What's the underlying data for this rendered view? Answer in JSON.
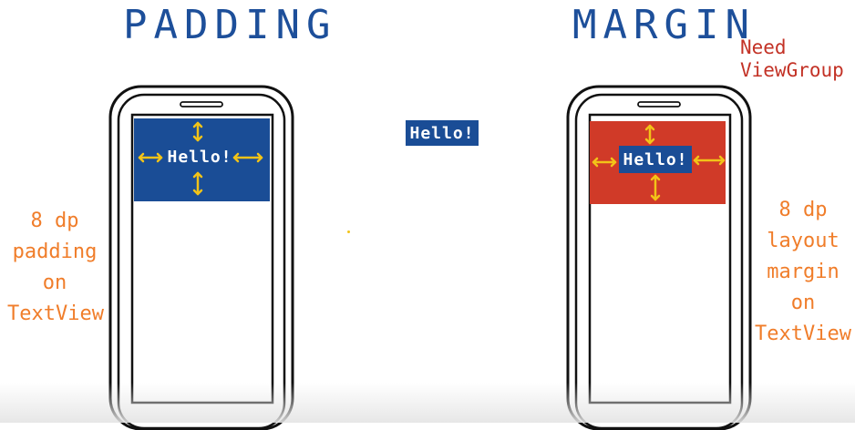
{
  "padding_section": {
    "heading": "PADDING",
    "hello_text": "Hello!",
    "note_lines": [
      "8 dp",
      "padding",
      "on",
      "TextView"
    ]
  },
  "middle": {
    "hello_text": "Hello!"
  },
  "margin_section": {
    "heading": "MARGIN",
    "hello_text": "Hello!",
    "need_lines": [
      "Need",
      "ViewGroup"
    ],
    "note_lines": [
      "8 dp",
      "layout",
      "margin",
      "on",
      "TextView"
    ]
  },
  "colors": {
    "heading_blue": "#1d4f9a",
    "textview_blue": "#1a4d96",
    "viewgroup_red": "#d03a28",
    "arrow_yellow": "#f2c318",
    "note_orange": "#f07d2a",
    "note_red": "#c33226"
  }
}
